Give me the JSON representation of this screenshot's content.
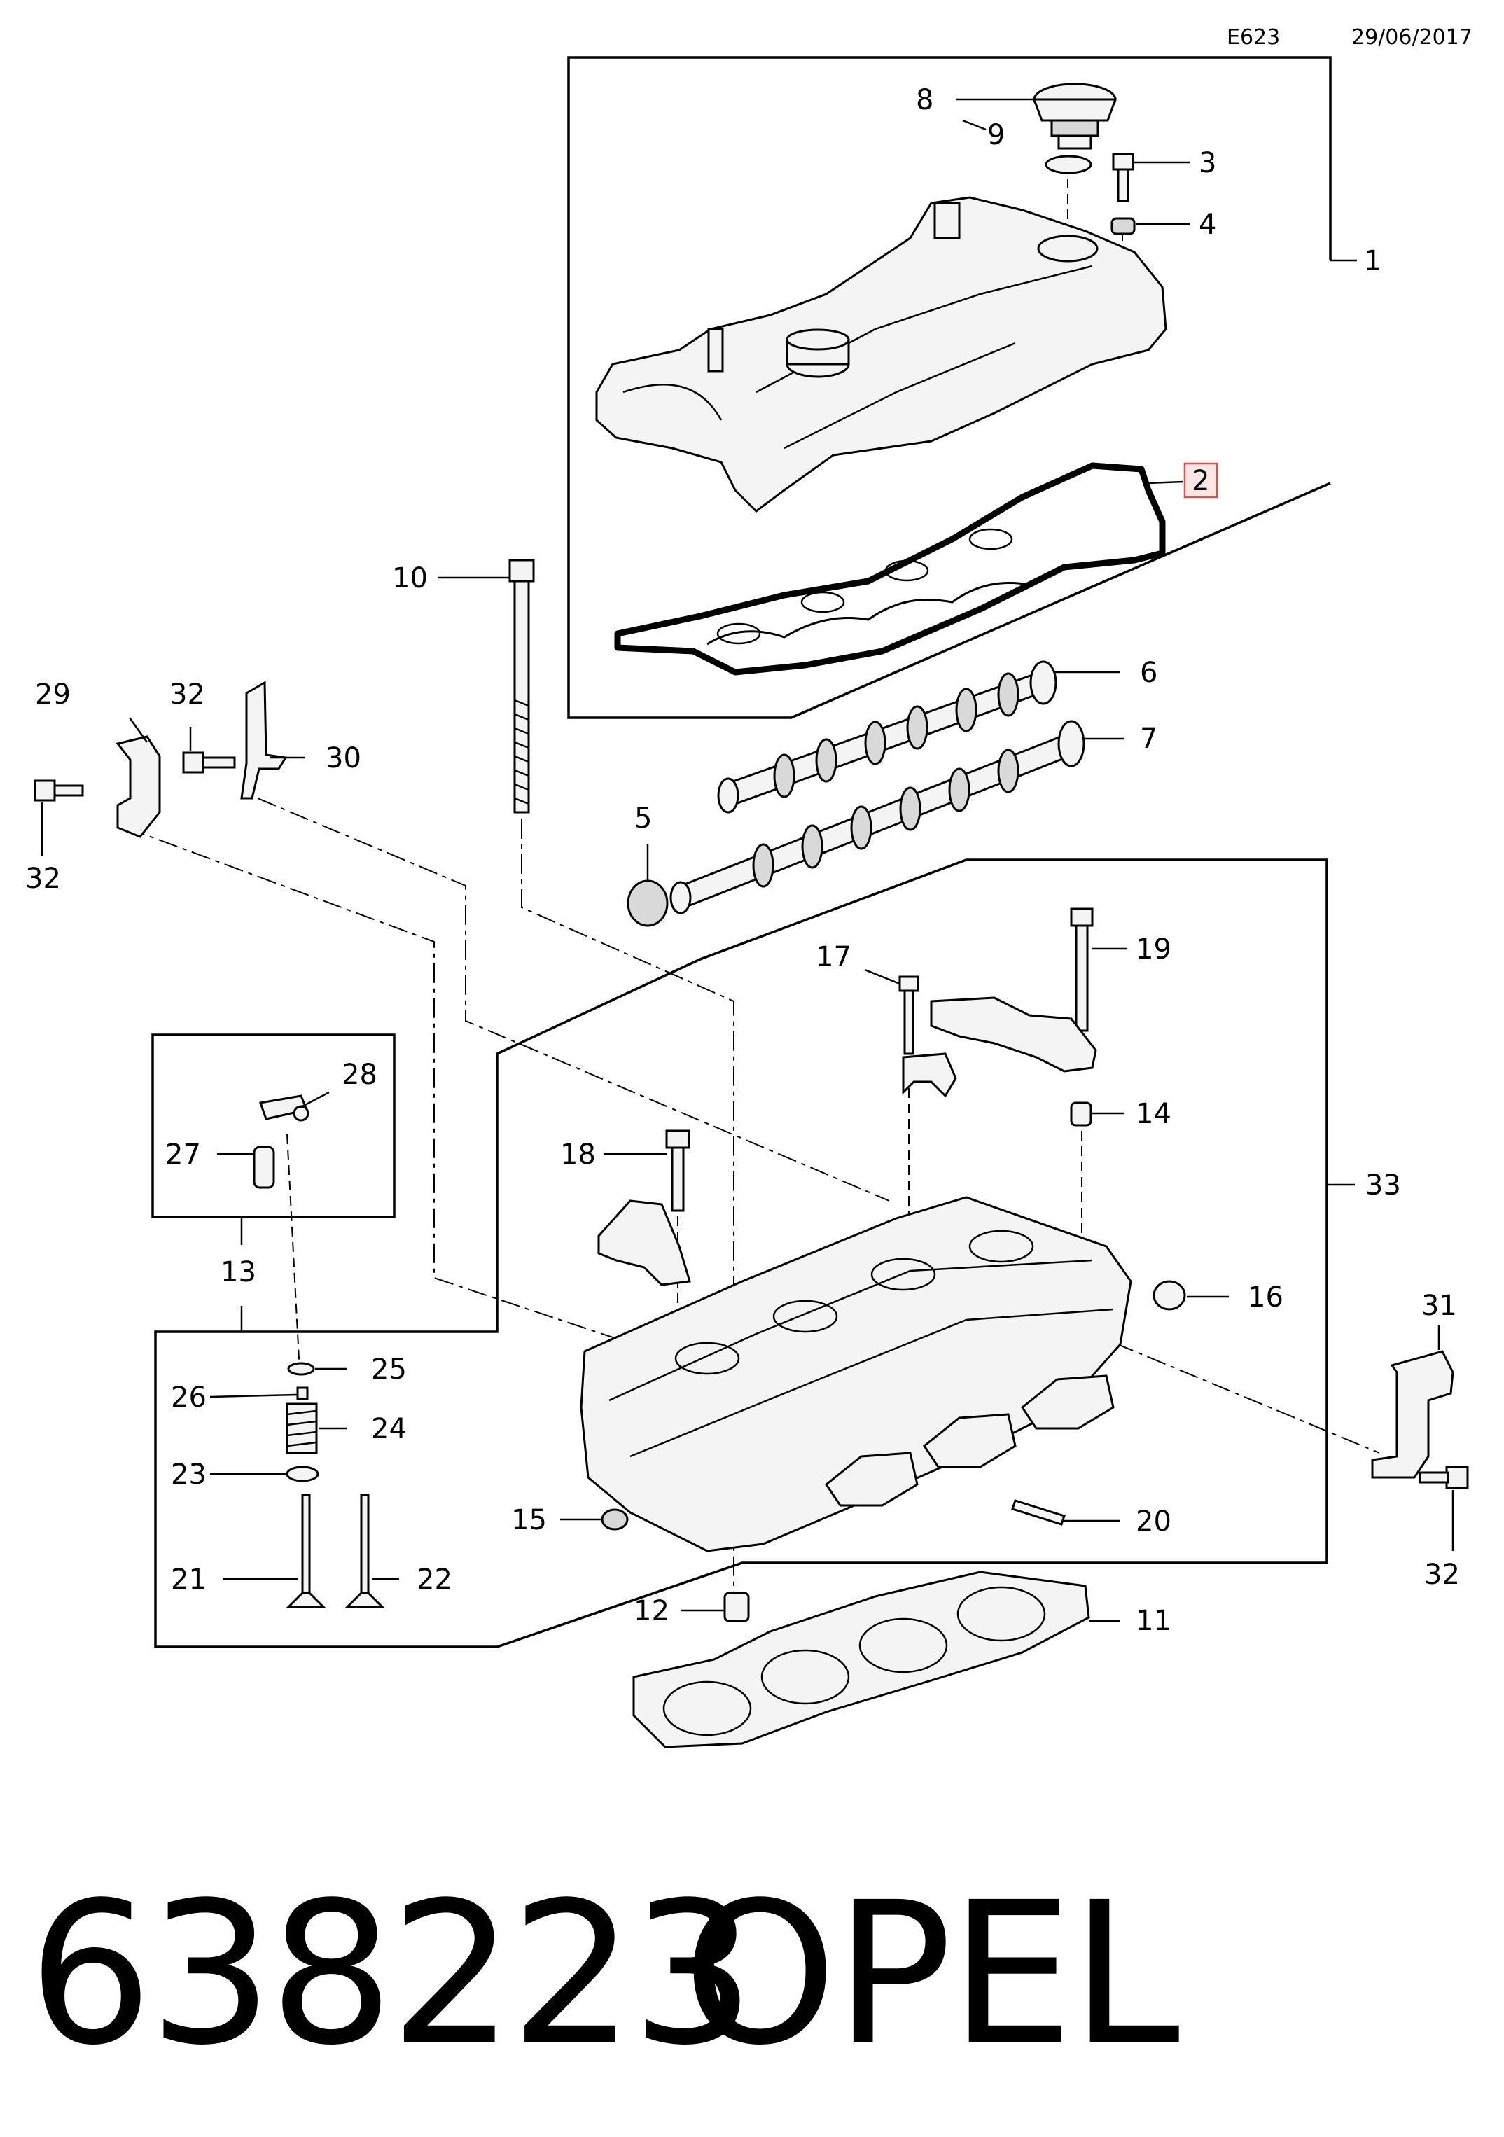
{
  "header": {
    "code": "E623",
    "date": "29/06/2017"
  },
  "footer": {
    "part_number": "638223",
    "brand": "OPEL"
  },
  "callouts": {
    "c1": "1",
    "c2": "2",
    "c3": "3",
    "c4": "4",
    "c5": "5",
    "c6": "6",
    "c7": "7",
    "c8": "8",
    "c9": "9",
    "c10": "10",
    "c11": "11",
    "c12": "12",
    "c13": "13",
    "c14": "14",
    "c15": "15",
    "c16": "16",
    "c17": "17",
    "c18": "18",
    "c19": "19",
    "c20": "20",
    "c21": "21",
    "c22": "22",
    "c23": "23",
    "c24": "24",
    "c25": "25",
    "c26": "26",
    "c27": "27",
    "c28": "28",
    "c29": "29",
    "c30": "30",
    "c31": "31",
    "c32a": "32",
    "c32b": "32",
    "c32c": "32",
    "c33": "33"
  },
  "highlight": {
    "callout": "2",
    "color": "#d9534f"
  }
}
